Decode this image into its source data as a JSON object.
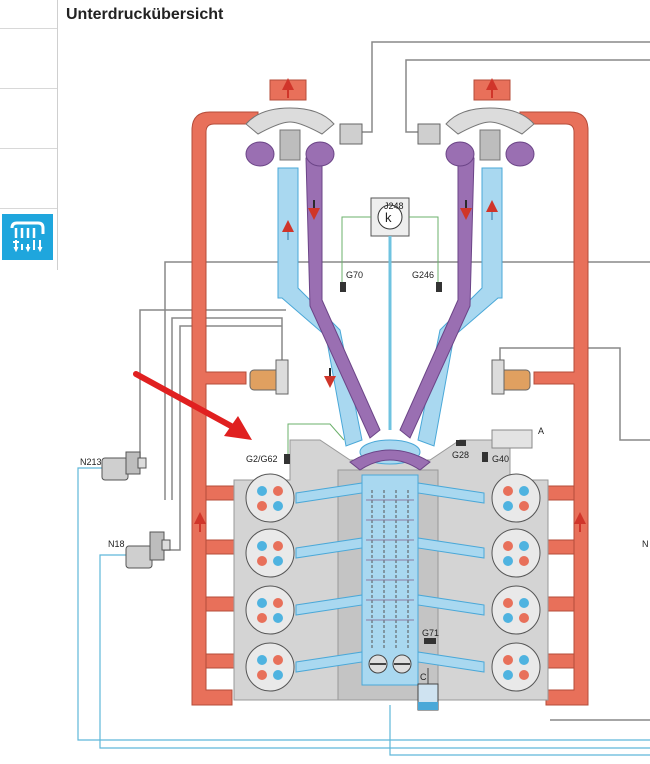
{
  "page": {
    "title": "Unterdruckübersicht"
  },
  "sidebar": {
    "button_icon": "vacuum-system-icon"
  },
  "labels": {
    "j248": "J248",
    "g70": "G70",
    "g246": "G246",
    "g2_g62": "G2/G62",
    "g28": "G28",
    "g40": "G40",
    "g71": "G71",
    "n213": "N213",
    "n18": "N18",
    "n_edge": "N",
    "a": "A",
    "c": "C"
  },
  "colors": {
    "exhaust": "#e8705a",
    "exhaust_dark": "#c9553f",
    "intake_air": "#a9d8f0",
    "intake_outline": "#4aa8d8",
    "charged_air": "#9a6fb2",
    "engine_block": "#d4d4d4",
    "accent": "#1fa6dd",
    "arrow": "#e02020"
  }
}
